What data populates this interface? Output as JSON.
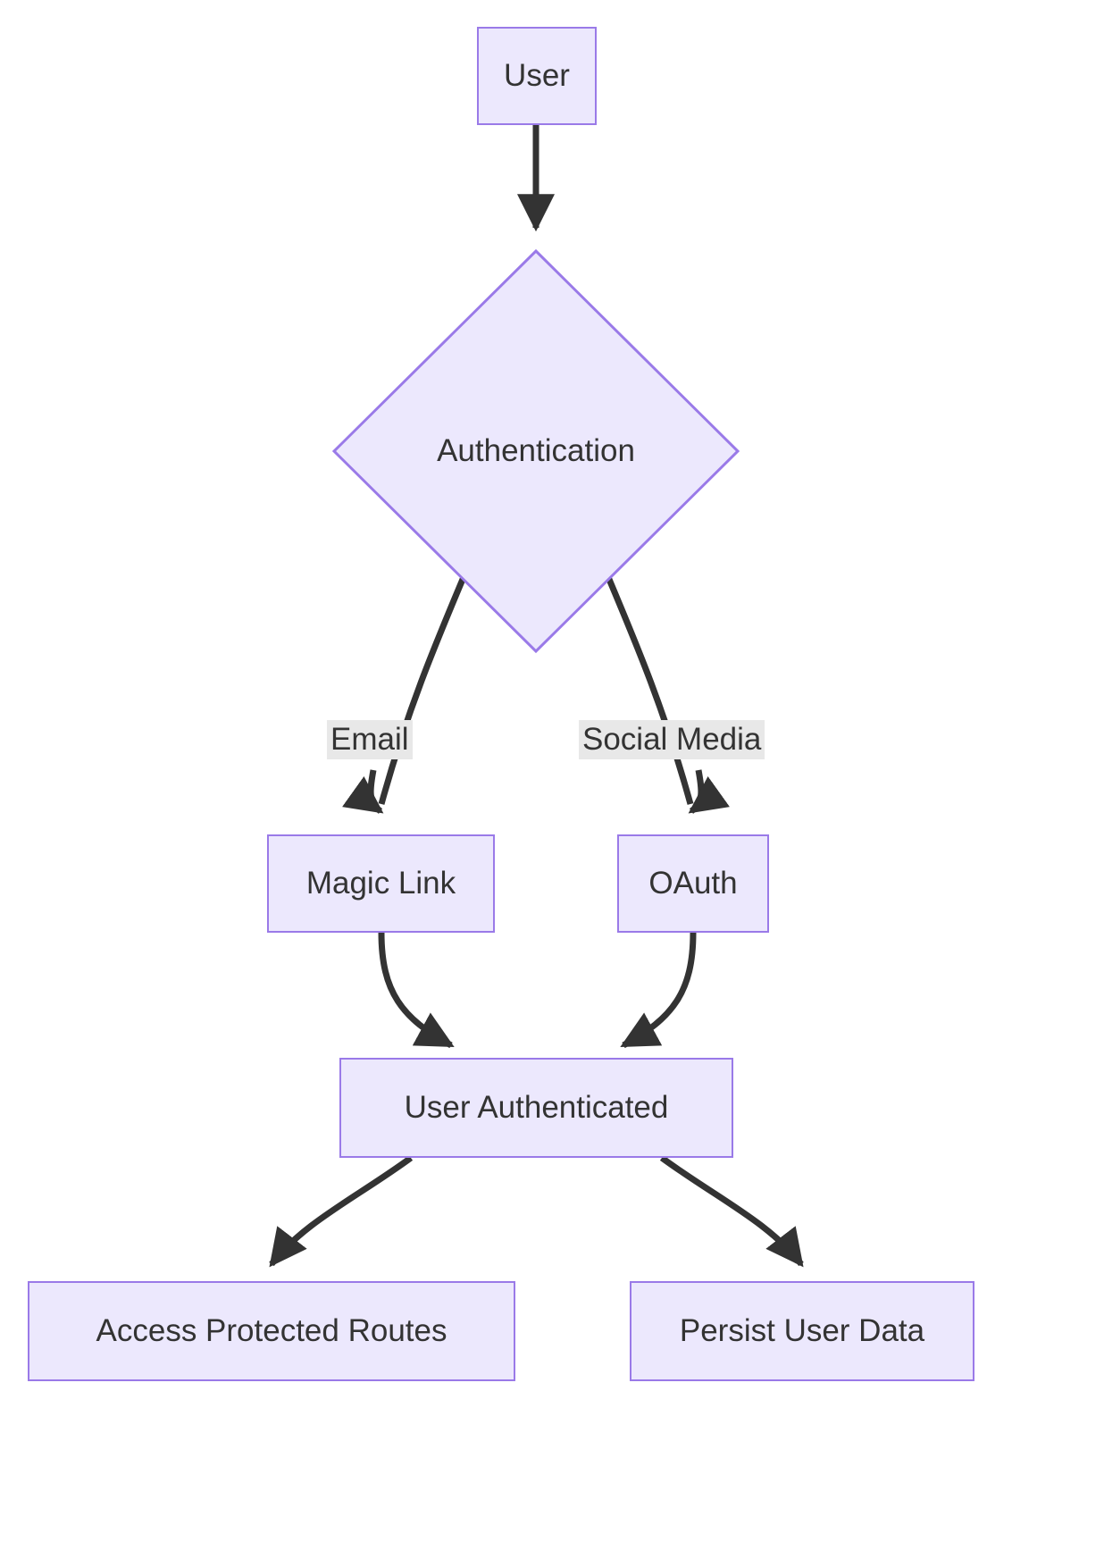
{
  "diagram": {
    "type": "flowchart",
    "direction": "top-down",
    "theme": {
      "node_fill": "#ece8fd",
      "node_border": "#9a7ae8",
      "node_text": "#333333",
      "edge_stroke": "#333333",
      "edge_label_bg": "#e8e8e8",
      "background": "#ffffff"
    },
    "nodes": [
      {
        "id": "user",
        "label": "User",
        "shape": "rect"
      },
      {
        "id": "auth",
        "label": "Authentication",
        "shape": "diamond"
      },
      {
        "id": "magiclink",
        "label": "Magic Link",
        "shape": "rect"
      },
      {
        "id": "oauth",
        "label": "OAuth",
        "shape": "rect"
      },
      {
        "id": "userauth",
        "label": "User Authenticated",
        "shape": "rect"
      },
      {
        "id": "access",
        "label": "Access Protected Routes",
        "shape": "rect"
      },
      {
        "id": "persist",
        "label": "Persist User Data",
        "shape": "rect"
      }
    ],
    "edges": [
      {
        "from": "user",
        "to": "auth",
        "label": ""
      },
      {
        "from": "auth",
        "to": "magiclink",
        "label": "Email"
      },
      {
        "from": "auth",
        "to": "oauth",
        "label": "Social Media"
      },
      {
        "from": "magiclink",
        "to": "userauth",
        "label": ""
      },
      {
        "from": "oauth",
        "to": "userauth",
        "label": ""
      },
      {
        "from": "userauth",
        "to": "access",
        "label": ""
      },
      {
        "from": "userauth",
        "to": "persist",
        "label": ""
      }
    ]
  }
}
